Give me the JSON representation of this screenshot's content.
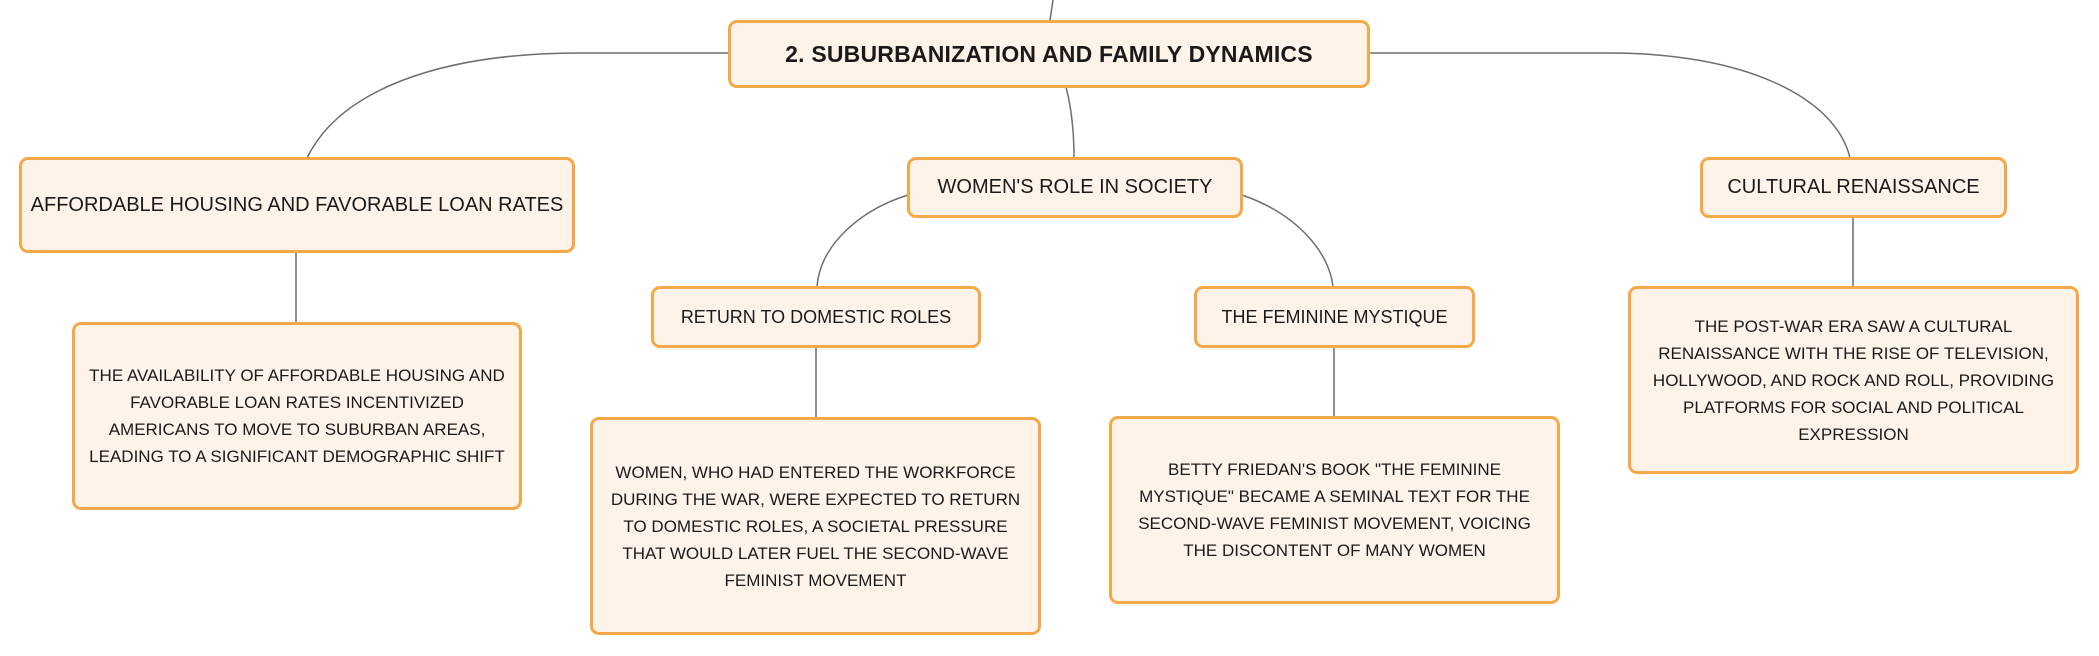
{
  "main_topic": {
    "label": "2. SUBURBANIZATION AND FAMILY DYNAMICS"
  },
  "branches": [
    {
      "label": "AFFORDABLE HOUSING AND FAVORABLE LOAN RATES",
      "detail": "THE AVAILABILITY OF AFFORDABLE HOUSING AND FAVORABLE LOAN RATES INCENTIVIZED AMERICANS TO MOVE TO SUBURBAN AREAS, LEADING TO A SIGNIFICANT DEMOGRAPHIC SHIFT"
    },
    {
      "label": "WOMEN'S ROLE IN SOCIETY",
      "children": [
        {
          "label": "RETURN TO DOMESTIC ROLES",
          "detail": "WOMEN, WHO HAD ENTERED THE WORKFORCE DURING THE WAR, WERE EXPECTED TO RETURN TO DOMESTIC ROLES, A SOCIETAL PRESSURE THAT WOULD LATER FUEL THE SECOND-WAVE FEMINIST MOVEMENT"
        },
        {
          "label": "THE FEMININE MYSTIQUE",
          "detail": "BETTY FRIEDAN'S BOOK \"THE FEMININE MYSTIQUE\" BECAME A SEMINAL TEXT FOR THE SECOND-WAVE FEMINIST MOVEMENT, VOICING THE DISCONTENT OF MANY WOMEN"
        }
      ]
    },
    {
      "label": "CULTURAL RENAISSANCE",
      "detail": "THE POST-WAR ERA SAW A CULTURAL RENAISSANCE WITH THE RISE OF TELEVISION, HOLLYWOOD, AND ROCK AND ROLL, PROVIDING PLATFORMS FOR SOCIAL AND POLITICAL EXPRESSION"
    }
  ],
  "colors": {
    "node_border": "#f5a848",
    "node_fill": "#fdf3e8",
    "connector": "#6e6e6e"
  }
}
